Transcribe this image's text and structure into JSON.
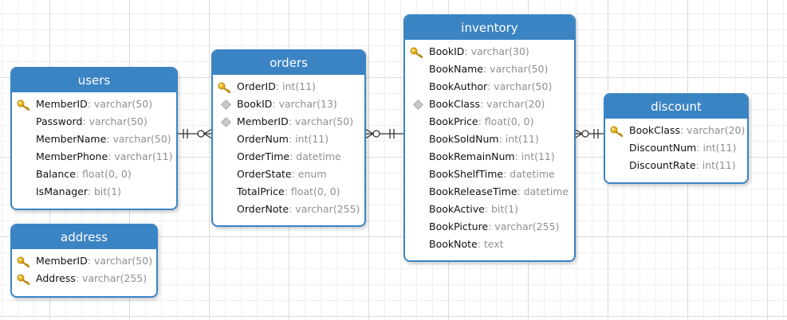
{
  "tables": {
    "users": {
      "title": "users",
      "fields": [
        {
          "name": "MemberID",
          "type": ": varchar(50)",
          "marker": "key-icon"
        },
        {
          "name": "Password",
          "type": ": varchar(50)",
          "marker": ""
        },
        {
          "name": "MemberName",
          "type": ": varchar(50)",
          "marker": ""
        },
        {
          "name": "MemberPhone",
          "type": ": varchar(11)",
          "marker": ""
        },
        {
          "name": "Balance",
          "type": ": float(0, 0)",
          "marker": ""
        },
        {
          "name": "IsManager",
          "type": ": bit(1)",
          "marker": ""
        }
      ]
    },
    "address": {
      "title": "address",
      "fields": [
        {
          "name": "MemberID",
          "type": ": varchar(50)",
          "marker": "key-icon"
        },
        {
          "name": "Address",
          "type": ": varchar(255)",
          "marker": "key-icon"
        }
      ]
    },
    "orders": {
      "title": "orders",
      "fields": [
        {
          "name": "OrderID",
          "type": ": int(11)",
          "marker": "key-icon"
        },
        {
          "name": "BookID",
          "type": ": varchar(13)",
          "marker": "diamond-icon"
        },
        {
          "name": "MemberID",
          "type": ": varchar(50)",
          "marker": "diamond-icon"
        },
        {
          "name": "OrderNum",
          "type": ": int(11)",
          "marker": ""
        },
        {
          "name": "OrderTime",
          "type": ": datetime",
          "marker": ""
        },
        {
          "name": "OrderState",
          "type": ": enum",
          "marker": ""
        },
        {
          "name": "TotalPrice",
          "type": ": float(0, 0)",
          "marker": ""
        },
        {
          "name": "OrderNote",
          "type": ": varchar(255)",
          "marker": ""
        }
      ]
    },
    "inventory": {
      "title": "inventory",
      "fields": [
        {
          "name": "BookID",
          "type": ": varchar(30)",
          "marker": "key-icon"
        },
        {
          "name": "BookName",
          "type": ": varchar(50)",
          "marker": ""
        },
        {
          "name": "BookAuthor",
          "type": ": varchar(50)",
          "marker": ""
        },
        {
          "name": "BookClass",
          "type": ": varchar(20)",
          "marker": "diamond-icon"
        },
        {
          "name": "BookPrice",
          "type": ": float(0, 0)",
          "marker": ""
        },
        {
          "name": "BookSoldNum",
          "type": ": int(11)",
          "marker": ""
        },
        {
          "name": "BookRemainNum",
          "type": ": int(11)",
          "marker": ""
        },
        {
          "name": "BookShelfTime",
          "type": ": datetime",
          "marker": ""
        },
        {
          "name": "BookReleaseTime",
          "type": ": datetime",
          "marker": ""
        },
        {
          "name": "BookActive",
          "type": ": bit(1)",
          "marker": ""
        },
        {
          "name": "BookPicture",
          "type": ": varchar(255)",
          "marker": ""
        },
        {
          "name": "BookNote",
          "type": ": text",
          "marker": ""
        }
      ]
    },
    "discount": {
      "title": "discount",
      "fields": [
        {
          "name": "BookClass",
          "type": ": varchar(20)",
          "marker": "key-icon"
        },
        {
          "name": "DiscountNum",
          "type": ": int(11)",
          "marker": ""
        },
        {
          "name": "DiscountRate",
          "type": ": int(11)",
          "marker": ""
        }
      ]
    }
  },
  "relationships": [
    {
      "from": "users",
      "to": "orders",
      "from_end": "one",
      "to_end": "zero-or-many"
    },
    {
      "from": "orders",
      "to": "inventory",
      "from_end": "zero-or-many",
      "to_end": "one"
    },
    {
      "from": "inventory",
      "to": "discount",
      "from_end": "zero-or-many",
      "to_end": "one"
    }
  ],
  "colors": {
    "header": "#3b84c4",
    "type_text": "#8f8f8f",
    "key": "#e8b923",
    "line": "#333333"
  }
}
